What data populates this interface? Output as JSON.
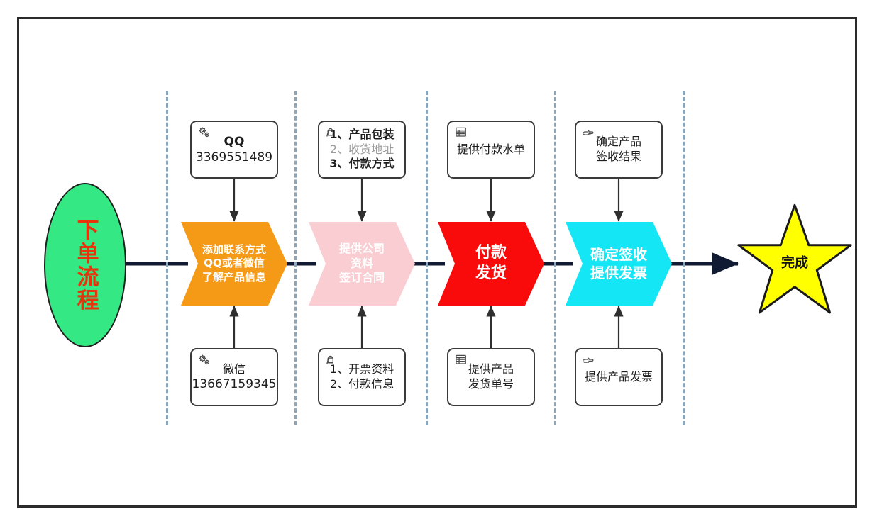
{
  "diagram": {
    "title": "下单流程",
    "start": {
      "label": "下单流程",
      "fill": "#34e883",
      "text_color": "#e8340c"
    },
    "end": {
      "label": "完成",
      "fill": "#ffff00",
      "text_color": "#121212"
    },
    "connector_color": "#101a33",
    "divider_color": "#8aa6bd",
    "border_color": "#2b2b2b",
    "stages": [
      {
        "id": "stage-1",
        "process": {
          "lines": [
            "添加联系方式",
            "QQ或者微信",
            "了解产品信息"
          ],
          "fill": "#f59a16",
          "text_color": "#ffffff",
          "font_size": 15
        },
        "top_note": {
          "icon": "gears-icon",
          "lines": [
            {
              "text": "QQ",
              "style": "bold-latin"
            },
            {
              "text": "3369551489",
              "style": "latin"
            }
          ]
        },
        "bottom_note": {
          "icon": "gears-icon",
          "lines": [
            {
              "text": "微信",
              "style": "normal"
            },
            {
              "text": "13667159345",
              "style": "latin"
            }
          ]
        }
      },
      {
        "id": "stage-2",
        "process": {
          "lines": [
            "提供公司",
            "资料",
            "签订合同"
          ],
          "fill": "#f9cdd2",
          "text_color": "#ffffff",
          "font_size": 16
        },
        "top_note": {
          "icon": "person-bag-icon",
          "lines": [
            {
              "text": "1、产品包装",
              "style": "bold"
            },
            {
              "text": "2、收货地址",
              "style": "dim"
            },
            {
              "text": "3、付款方式",
              "style": "bold"
            }
          ]
        },
        "bottom_note": {
          "icon": "person-bag-icon",
          "lines": [
            {
              "text": "1、开票资料",
              "style": "normal"
            },
            {
              "text": "2、付款信息",
              "style": "normal"
            }
          ]
        }
      },
      {
        "id": "stage-3",
        "process": {
          "lines": [
            "付款",
            "发货"
          ],
          "fill": "#fa0b0b",
          "text_color": "#ffffff",
          "font_size": 22
        },
        "top_note": {
          "icon": "list-document-icon",
          "lines": [
            {
              "text": "提供付款水单",
              "style": "normal"
            }
          ]
        },
        "bottom_note": {
          "icon": "list-document-icon",
          "lines": [
            {
              "text": "提供产品",
              "style": "normal"
            },
            {
              "text": "发货单号",
              "style": "normal"
            }
          ]
        }
      },
      {
        "id": "stage-4",
        "process": {
          "lines": [
            "确定签收",
            "提供发票"
          ],
          "fill": "#14e6f5",
          "text_color": "#ffffff",
          "font_size": 20
        },
        "top_note": {
          "icon": "pointing-hand-icon",
          "lines": [
            {
              "text": "确定产品",
              "style": "normal"
            },
            {
              "text": "签收结果",
              "style": "normal"
            }
          ]
        },
        "bottom_note": {
          "icon": "pointing-hand-icon",
          "lines": [
            {
              "text": "提供产品发票",
              "style": "normal"
            }
          ]
        }
      }
    ]
  }
}
